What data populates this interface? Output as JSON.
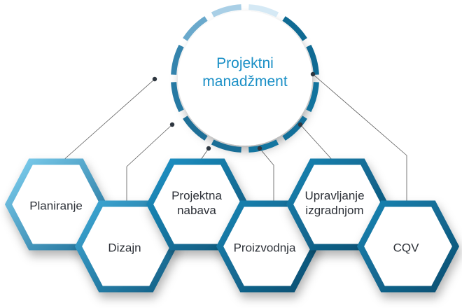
{
  "center": {
    "title_line1": "Projektni",
    "title_line2": "manadžment"
  },
  "nodes": [
    {
      "line1": "Planiranje",
      "line2": ""
    },
    {
      "line1": "Dizajn",
      "line2": ""
    },
    {
      "line1": "Projektna",
      "line2": "nabava"
    },
    {
      "line1": "Proizvodnja",
      "line2": ""
    },
    {
      "line1": "Upravljanje",
      "line2": "izgradnjom"
    },
    {
      "line1": "CQV",
      "line2": ""
    }
  ],
  "colors": {
    "title": "#1a8fc6",
    "ring_light": "#c9e4f3",
    "ring_dark": "#0f5f86",
    "hex_light": "#5bbde6",
    "hex_dark": "#0f5f86",
    "line": "#555555"
  }
}
